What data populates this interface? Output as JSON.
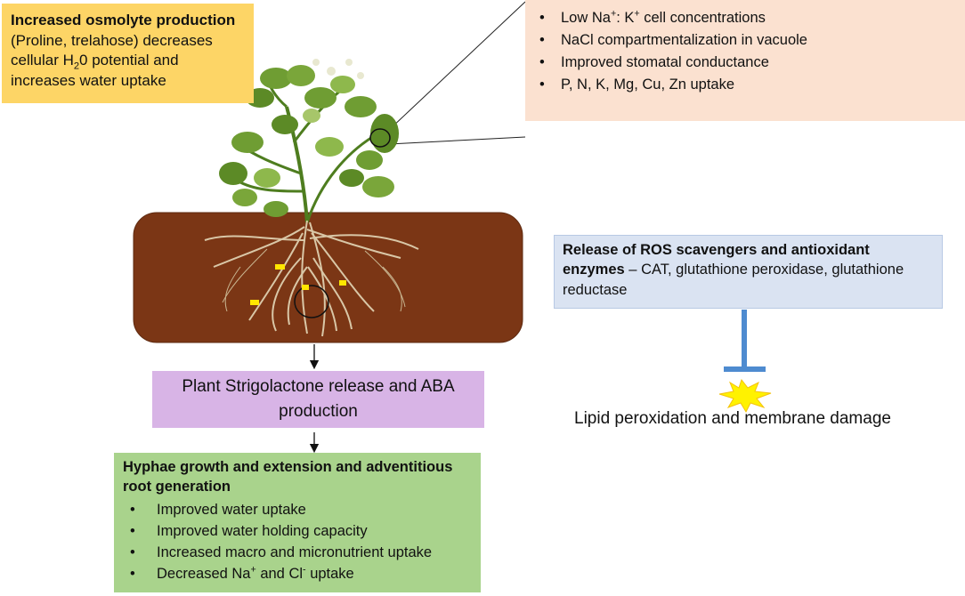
{
  "osmolyte": {
    "title": "Increased osmolyte production",
    "body_1": "(Proline, trelahose) decreases cellular H",
    "body_sub": "2",
    "body_2": "0 potential and increases water uptake"
  },
  "ion_uptake": {
    "items": [
      {
        "a": "Low Na",
        "a_sup": "+",
        "b": ": K",
        "b_sup": "+",
        "c": " cell concentrations"
      },
      {
        "text": "NaCl compartmentalization in vacuole"
      },
      {
        "text": "Improved stomatal conductance"
      },
      {
        "text": "P, N, K, Mg, Cu, Zn uptake"
      }
    ]
  },
  "ros": {
    "title": "Release of ROS scavengers and antioxidant enzymes",
    "rest": " – CAT, glutathione peroxidase, glutathione reductase"
  },
  "strigolactone": {
    "label": "Plant Strigolactone release and ABA production"
  },
  "hyphae": {
    "title": "Hyphae growth and extension and adventitious root generation",
    "items": [
      "Improved water uptake",
      "Improved water holding capacity",
      "Increased macro and micronutrient uptake"
    ],
    "last": {
      "a": "Decreased Na",
      "a_sup": "+",
      "b": " and Cl",
      "b_sup": "-",
      "c": " uptake"
    }
  },
  "lipid": {
    "label": "Lipid peroxidation and membrane damage"
  },
  "colors": {
    "osmolyte_bg": "#fdd566",
    "ion_bg": "#fbe1d0",
    "ros_bg": "#dae3f2",
    "strigolactone_bg": "#d8b4e6",
    "hyphae_bg": "#a9d38c",
    "soil": "#7b3615",
    "inhibition": "#4e8bd0",
    "burst": "#fff200"
  }
}
